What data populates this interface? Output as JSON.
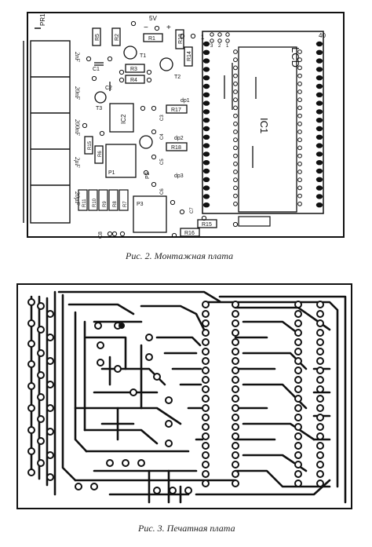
{
  "figures": [
    {
      "caption": "Рис. 2. Монтажная плата",
      "labels": {
        "pr1": "PR1",
        "sw": "5V",
        "minus": "−",
        "plus": "+",
        "lcd": "LCD",
        "ic1": "IC1",
        "ic2": "IC2",
        "pin1": "1",
        "pin40": "40",
        "jumpers": [
          "3",
          "2",
          "1"
        ],
        "ranges": [
          "2nF",
          "20nF",
          "200nF",
          "2µF",
          "20µF"
        ],
        "resistors": [
          "R1",
          "R2",
          "R3",
          "R4",
          "R5",
          "R6",
          "R7",
          "R8",
          "R9",
          "R10",
          "R11",
          "R13",
          "R14",
          "R15",
          "R16",
          "R17",
          "R18"
        ],
        "capacitors": [
          "C1",
          "C2",
          "C3",
          "C4",
          "C5",
          "C6",
          "C7",
          "C8"
        ],
        "transistors": [
          "T1",
          "T2",
          "T3"
        ],
        "pots": [
          "P1",
          "P2",
          "P3"
        ],
        "dps": [
          "dp1",
          "dp2",
          "dp3"
        ]
      }
    },
    {
      "caption": "Рис. 3. Печатная плата"
    }
  ]
}
